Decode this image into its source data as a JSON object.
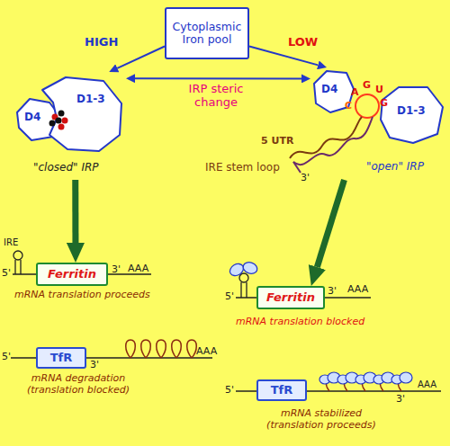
{
  "diagram": {
    "nodes": [
      {
        "text": [
          "Cytoplasmic Iron pool"
        ]
      },
      {
        "text": [
          "D4",
          "D1-3",
          "\"closed\" IRP"
        ]
      },
      {
        "text": [
          "D4",
          "D1-3",
          "\"open\" IRP"
        ]
      },
      {
        "text": [
          "Ferritin"
        ]
      },
      {
        "text": [
          "TfR"
        ]
      },
      {
        "text": [
          "Ferritin"
        ]
      },
      {
        "text": [
          "TfR"
        ]
      }
    ],
    "edges": [
      {
        "from": 0,
        "to": 1,
        "label": "HIGH",
        "arrow": "to"
      },
      {
        "from": 0,
        "to": 2,
        "label": "LOW",
        "arrow": "to"
      },
      {
        "from": 1,
        "to": 2,
        "label": "IRP steric change",
        "arrow": "both"
      },
      {
        "from": 1,
        "to": 3,
        "arrow": "to"
      },
      {
        "from": 2,
        "to": 5,
        "arrow": "to"
      }
    ],
    "labels": [
      "C",
      "A",
      "G",
      "U",
      "G",
      "5 UTR",
      "IRE stem loop",
      "3'",
      "IRE",
      "5'",
      "3'",
      "AAA",
      "mRNA translation proceeds",
      "5'",
      "3'",
      "AAA",
      "mRNA degradation (translation blocked)",
      "5'",
      "3'",
      "AAA",
      "mRNA translation blocked",
      "5'",
      "3'",
      "AAA",
      "mRNA stabilized (translation proceeds)"
    ]
  }
}
